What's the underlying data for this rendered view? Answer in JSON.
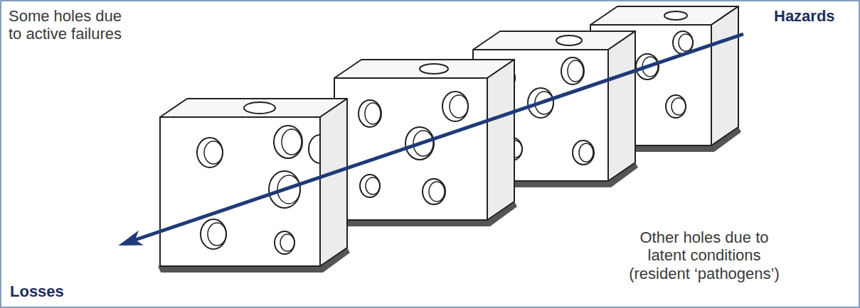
{
  "diagram": {
    "labels": [
      "Some holes due to active failures",
      "Hazards",
      "Other holes due to latent conditions (resident ‘pathogens’)",
      "Losses"
    ]
  }
}
